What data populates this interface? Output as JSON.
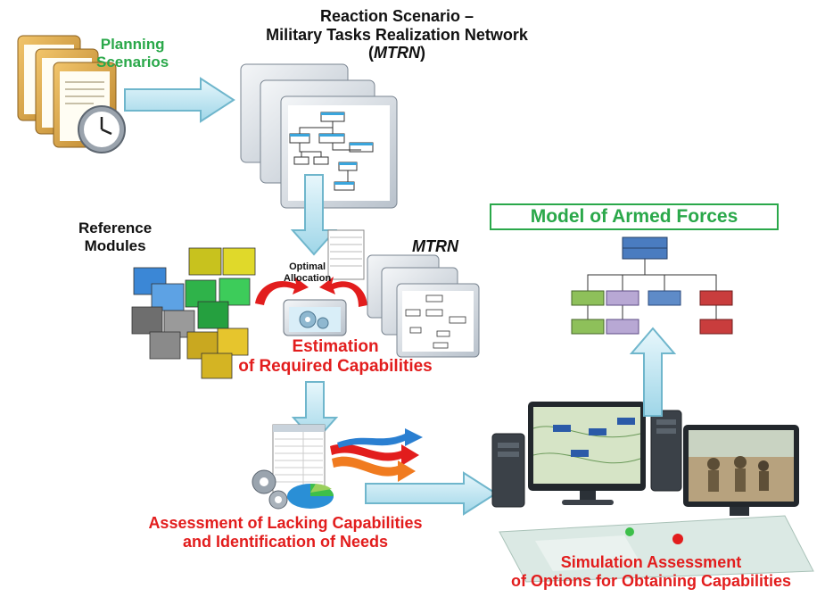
{
  "labels": {
    "planning_1": "Planning",
    "planning_2": "Scenarios",
    "reaction_1": "Reaction Scenario –",
    "reaction_2": "Military Tasks Realization Network",
    "reaction_3_open": "(",
    "reaction_3_em": "MTRN",
    "reaction_3_close": ")",
    "reference_1": "Reference",
    "reference_2": "Modules",
    "mtrn": "MTRN",
    "optimal_1": "Optimal",
    "optimal_2": "Allocation",
    "estimation_1": "Estimation",
    "estimation_2": "of Required Capabilities",
    "model": "Model of Armed Forces",
    "assessment_1": "Assessment of Lacking Capabilities",
    "assessment_2": "and Identification of Needs",
    "simulation_1": "Simulation Assessment",
    "simulation_2": "of Options for Obtaining Capabilities"
  },
  "colors": {
    "green": "#2aa84a",
    "red": "#e21d1d",
    "arrow_fill": "#bfe6f2",
    "arrow_stroke": "#6fb6cc"
  },
  "icons": [
    "clipboard-icon",
    "clock-icon",
    "flow-chart-window-icon",
    "cubes-icon",
    "gear-icon",
    "pie-chart-icon",
    "computer-icon",
    "map-icon"
  ]
}
